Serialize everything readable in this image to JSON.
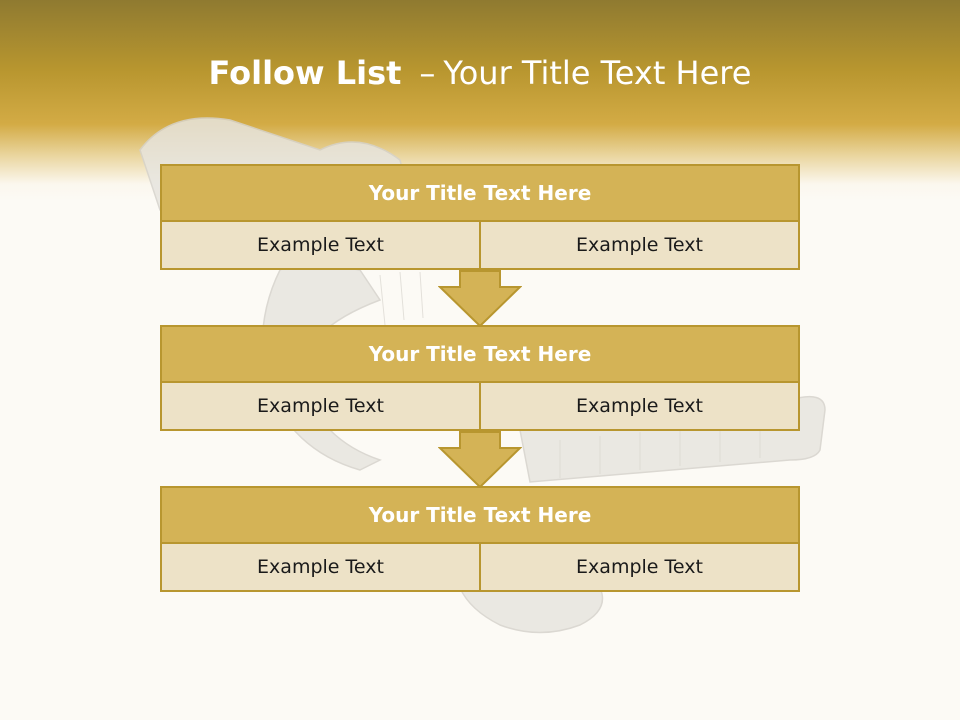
{
  "slide": {
    "title_bold": "Follow List",
    "title_dash": "–",
    "title_rest": "Your Title Text Here"
  },
  "rows": [
    {
      "title": "Your Title Text Here",
      "cells": [
        "Example Text",
        "Example Text"
      ]
    },
    {
      "title": "Your Title Text Here",
      "cells": [
        "Example Text",
        "Example Text"
      ]
    },
    {
      "title": "Your Title Text Here",
      "cells": [
        "Example Text",
        "Example Text"
      ]
    }
  ],
  "colors": {
    "header_top": "#8f7a30",
    "accent_gold": "#d4b356",
    "border_gold": "#b8962f",
    "cell_fill": "#ede2c7",
    "background": "#fcfaf5"
  }
}
